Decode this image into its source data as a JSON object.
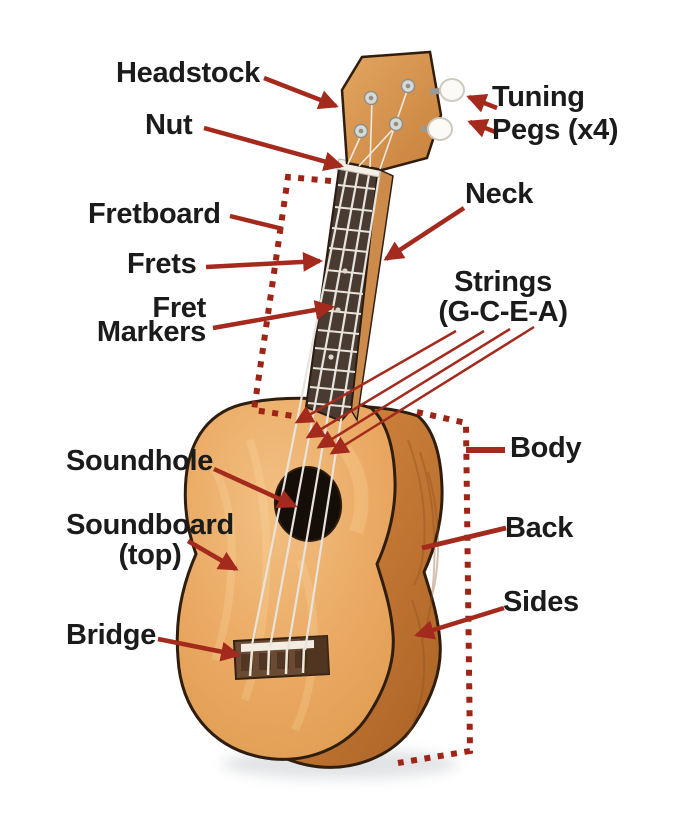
{
  "diagram": {
    "subject": "Ukulele anatomy diagram",
    "labels": {
      "headstock": "Headstock",
      "nut": "Nut",
      "tuning_pegs": [
        "Tuning",
        "Pegs (x4)"
      ],
      "neck": "Neck",
      "fretboard": "Fretboard",
      "frets": "Frets",
      "fret_markers": [
        "Fret",
        "Markers"
      ],
      "strings": [
        "Strings",
        "(G-C-E-A)"
      ],
      "body": "Body",
      "back": "Back",
      "sides": "Sides",
      "soundhole": "Soundhole",
      "soundboard": [
        "Soundboard",
        "(top)"
      ],
      "bridge": "Bridge"
    },
    "colors": {
      "annotation_red": "#a32a1c",
      "dotted_red": "#9e2415",
      "label_text": "#1b1b1b",
      "background": "#ffffff"
    }
  }
}
